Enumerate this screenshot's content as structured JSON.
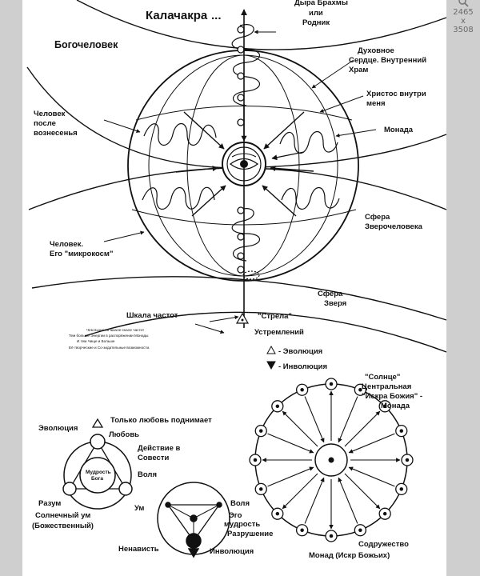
{
  "viewer": {
    "zoom_icon": "magnifier-icon",
    "width": "2465",
    "times": "x",
    "height": "3508"
  },
  "labels": {
    "kalachakra": "Калачакра",
    "dots": "...",
    "bogochelovek": "Богочеловек",
    "dyra_1": "Дыра Брахмы",
    "dyra_2": "или",
    "dyra_3": "Родник",
    "serdce_1": "Духовное",
    "serdce_2": "Сердце. Внутренний",
    "serdce_3": "Храм",
    "hristos_1": "Христос внутри",
    "hristos_2": "меня",
    "monada": "Монада",
    "posle_1": "Человек",
    "posle_2": "после",
    "posle_3": "вознесенья",
    "sfera_zv_1": "Сфера",
    "sfera_zv_2": "Зверочеловека",
    "mikro_1": "Человек.",
    "mikro_2": "Его   \"микрокосм\"",
    "sfera_zveria_1": "Сфера",
    "sfera_zveria_2": "Зверя",
    "shkala": "Шкала частот",
    "shkala_t1": "Чем выше по шкале-скале частот",
    "shkala_t2": "Тем больше Энергии в распоряжении Монады",
    "shkala_t3": "И тем Чище и Больше",
    "shkala_t4": "Её творческие и Со-зидательные возможности.",
    "strela": "\"Стрела\"",
    "ustremleniy": "Устремлений",
    "evolution_legend": "- Эволюция",
    "involution_legend": "- Инволюция",
    "solnce_1": "\"Солнце\"",
    "solnce_2": "Центральная",
    "solnce_3": "\"Искра Божия\" -",
    "solnce_4": "Монада",
    "evolution": "Эволюция",
    "tolko": "Только любовь поднимает",
    "lubov": "Любовь",
    "deistvie_1": "Действие в",
    "deistvie_2": "Совести",
    "mudrost_1": "Мудрость",
    "mudrost_2": "Бога",
    "volia": "Воля",
    "razum": "Разум",
    "solnechny_1": "Солнечный ум",
    "solnechny_2": "(Божественный)",
    "um": "Ум",
    "volia2": "Воля",
    "ego_1": "Эго",
    "ego_2": "мудрость",
    "razrushenie": "Разрушение",
    "nenavist": "Ненависть",
    "involutsia": "Инволюция",
    "sodruzh_1": "Содружество",
    "sodruzh_2": "Монад (Искр Божьих)"
  }
}
